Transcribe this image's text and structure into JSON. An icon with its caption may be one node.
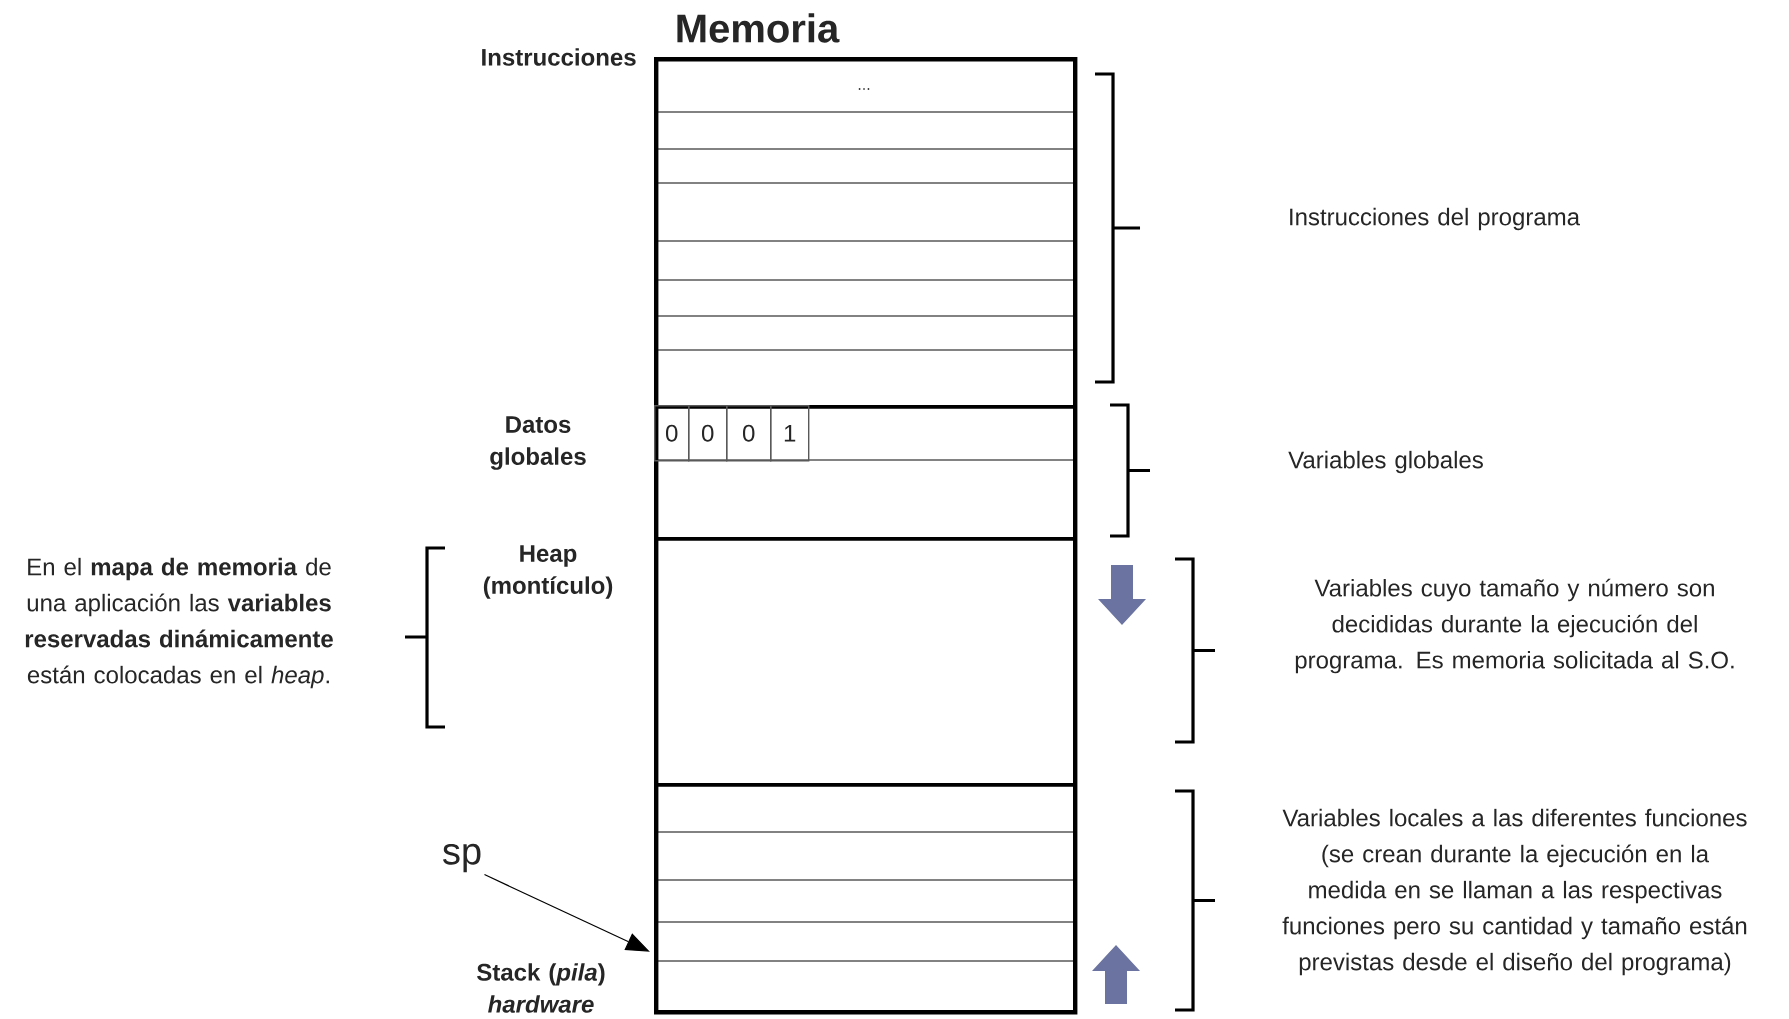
{
  "diagram": {
    "nodes": [
      {
        "text": [
          "Memoria"
        ]
      },
      {
        "text": [
          "Instrucciones",
          "..."
        ],
        "in": 0
      },
      {
        "text": [
          "Datos globales"
        ],
        "in": 0
      },
      {
        "text": [
          "0"
        ],
        "in": 2
      },
      {
        "text": [
          "0"
        ],
        "in": 2
      },
      {
        "text": [
          "0"
        ],
        "in": 2
      },
      {
        "text": [
          "1"
        ],
        "in": 2
      },
      {
        "text": [
          "Heap (montículo)"
        ],
        "in": 0
      },
      {
        "text": [
          "Stack (*pila*) *hardware*"
        ],
        "in": 0
      },
      {
        "text": [
          "sp"
        ]
      }
    ],
    "edges": [
      {
        "from": 9,
        "to": 8,
        "arrow": "to"
      }
    ],
    "labels": [
      "Instrucciones del programa",
      "Variables globales",
      "En el **mapa de memoria** de una aplicación las **variables reservadas dinámicamente** están colocadas en el *heap*.",
      "Variables cuyo tamaño y número son decididas durante la ejecución del programa. Es memoria solicitada al S.O.",
      "Variables locales a las diferentes funciones (se crean durante la ejecución en la medida en se llaman a las respectivas funciones pero su cantidad y tamaño están previstas desde el diseño del programa)"
    ]
  }
}
